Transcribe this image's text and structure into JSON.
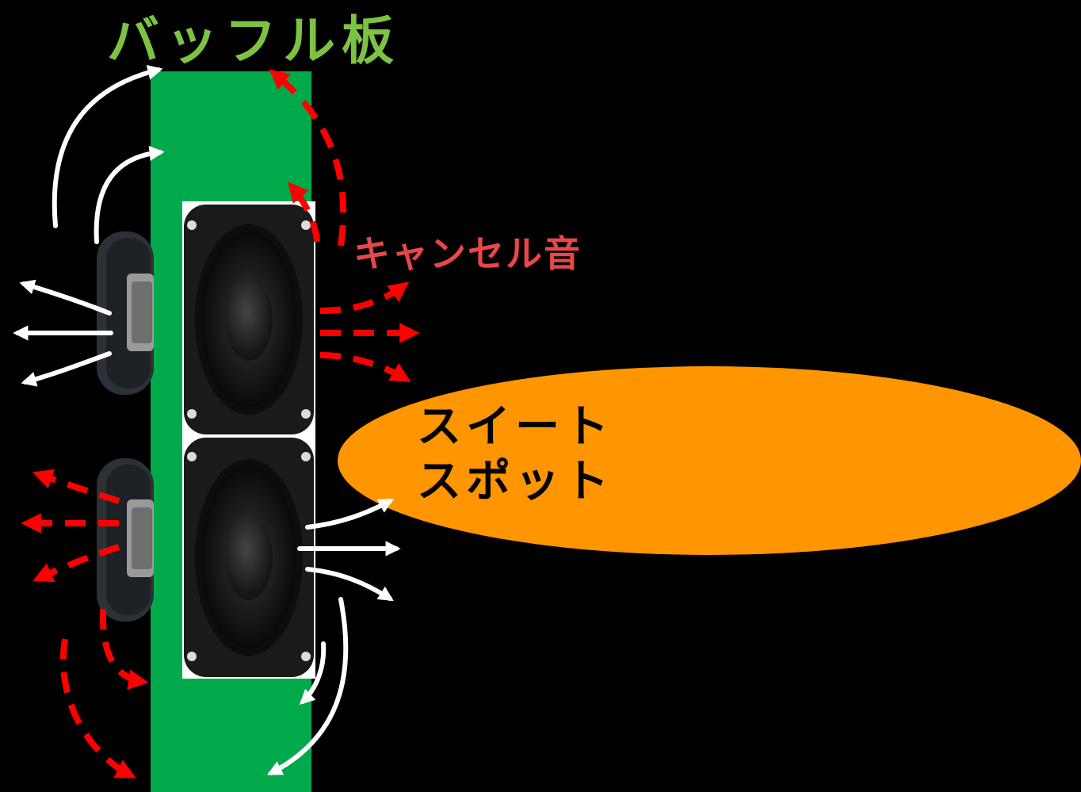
{
  "labels": {
    "baffle": "バッフル板",
    "cancel_sound": "キャンセル音",
    "sweet_spot_line1": "スイート",
    "sweet_spot_line2": "スポット"
  },
  "colors": {
    "background": "#000000",
    "baffle": "#00AA4A",
    "baffle_label": "#7DC242",
    "cancel_label": "#E8474A",
    "sweet_spot": "#FF9500",
    "sweet_spot_text": "#000000",
    "direct_sound_arrow": "#FFFFFF",
    "cancel_sound_arrow": "#FF0000"
  },
  "icons": {
    "speaker_front": "speaker-front-icon",
    "speaker_side": "speaker-side-icon"
  }
}
